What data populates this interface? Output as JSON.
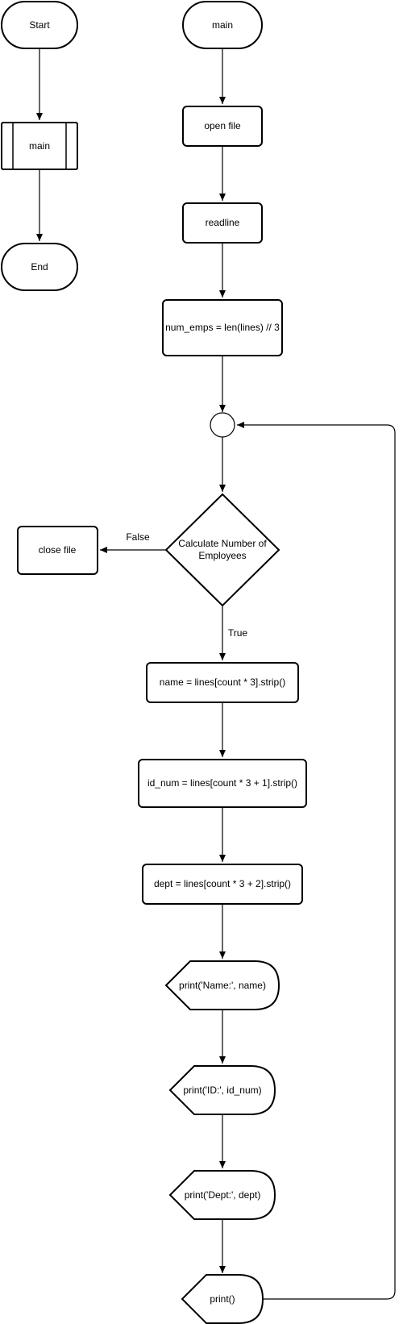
{
  "nodes": {
    "start": "Start",
    "main_call": "main",
    "end": "End",
    "main_start": "main",
    "open_file": "open file",
    "readline": "readline",
    "num_emps": "num_emps = len(lines) // 3",
    "decision_line1": "Calculate Number of",
    "decision_line2": "Employees",
    "close_file": "close file",
    "name": "name = lines[count * 3].strip()",
    "id_num": "id_num = lines[count * 3 + 1].strip()",
    "dept": "dept = lines[count * 3 + 2].strip()",
    "print_name": "print('Name:', name)",
    "print_id": "print('ID:', id_num)",
    "print_dept": "print('Dept:', dept)",
    "print_empty": "print()"
  },
  "edges": {
    "false_label": "False",
    "true_label": "True"
  }
}
